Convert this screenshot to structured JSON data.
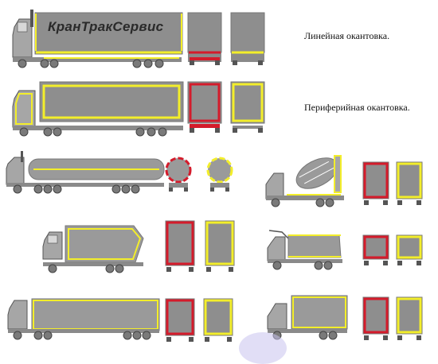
{
  "captions": {
    "linear": "Линейная окантовка.",
    "peripheral": "Периферийная окантовка."
  },
  "brand_text": "КранТракСервис",
  "colors": {
    "body": "#8e8e8e",
    "cab": "#a6a6a6",
    "wheel": "#7a7a7a",
    "yellow": "#f3ee2a",
    "red": "#d41b2b",
    "bg": "#ffffff"
  }
}
